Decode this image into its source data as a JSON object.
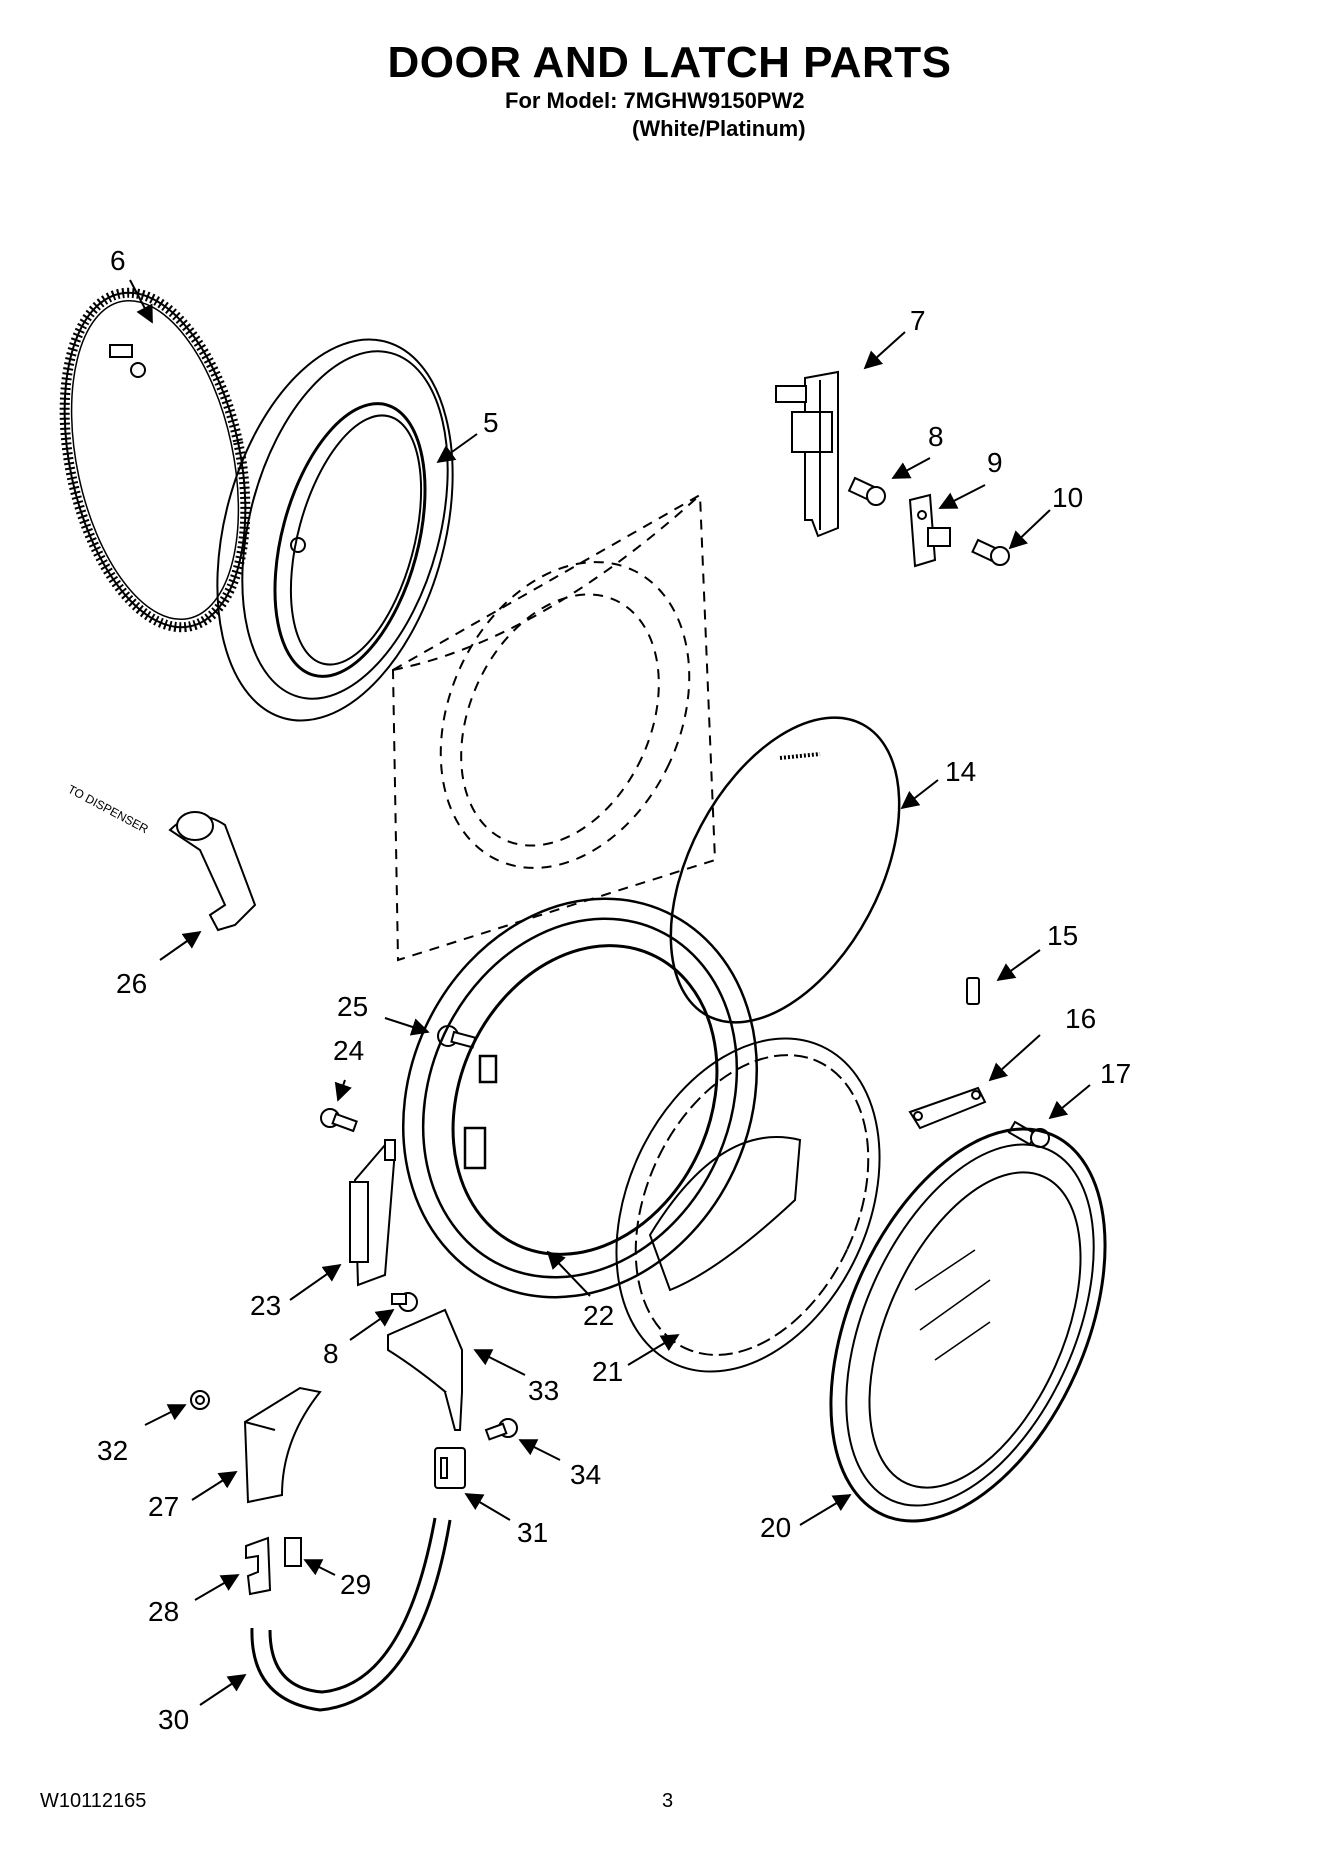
{
  "header": {
    "title": "DOOR AND LATCH PARTS",
    "model_line": "For Model: 7MGHW9150PW2",
    "color_line": "(White/Platinum)"
  },
  "footer": {
    "document_number": "W10112165",
    "page_number": "3"
  },
  "annotations": {
    "dispenser_note": "TO DISPENSER"
  },
  "callouts": [
    {
      "id": "c6",
      "label": "6"
    },
    {
      "id": "c7",
      "label": "7"
    },
    {
      "id": "c5",
      "label": "5"
    },
    {
      "id": "c8a",
      "label": "8"
    },
    {
      "id": "c9",
      "label": "9"
    },
    {
      "id": "c10",
      "label": "10"
    },
    {
      "id": "c14",
      "label": "14"
    },
    {
      "id": "c15",
      "label": "15"
    },
    {
      "id": "c26",
      "label": "26"
    },
    {
      "id": "c25",
      "label": "25"
    },
    {
      "id": "c24",
      "label": "24"
    },
    {
      "id": "c16",
      "label": "16"
    },
    {
      "id": "c17",
      "label": "17"
    },
    {
      "id": "c23",
      "label": "23"
    },
    {
      "id": "c22",
      "label": "22"
    },
    {
      "id": "c8b",
      "label": "8"
    },
    {
      "id": "c33",
      "label": "33"
    },
    {
      "id": "c21",
      "label": "21"
    },
    {
      "id": "c32",
      "label": "32"
    },
    {
      "id": "c34",
      "label": "34"
    },
    {
      "id": "c27",
      "label": "27"
    },
    {
      "id": "c31",
      "label": "31"
    },
    {
      "id": "c20",
      "label": "20"
    },
    {
      "id": "c28",
      "label": "28"
    },
    {
      "id": "c29",
      "label": "29"
    },
    {
      "id": "c30",
      "label": "30"
    }
  ]
}
